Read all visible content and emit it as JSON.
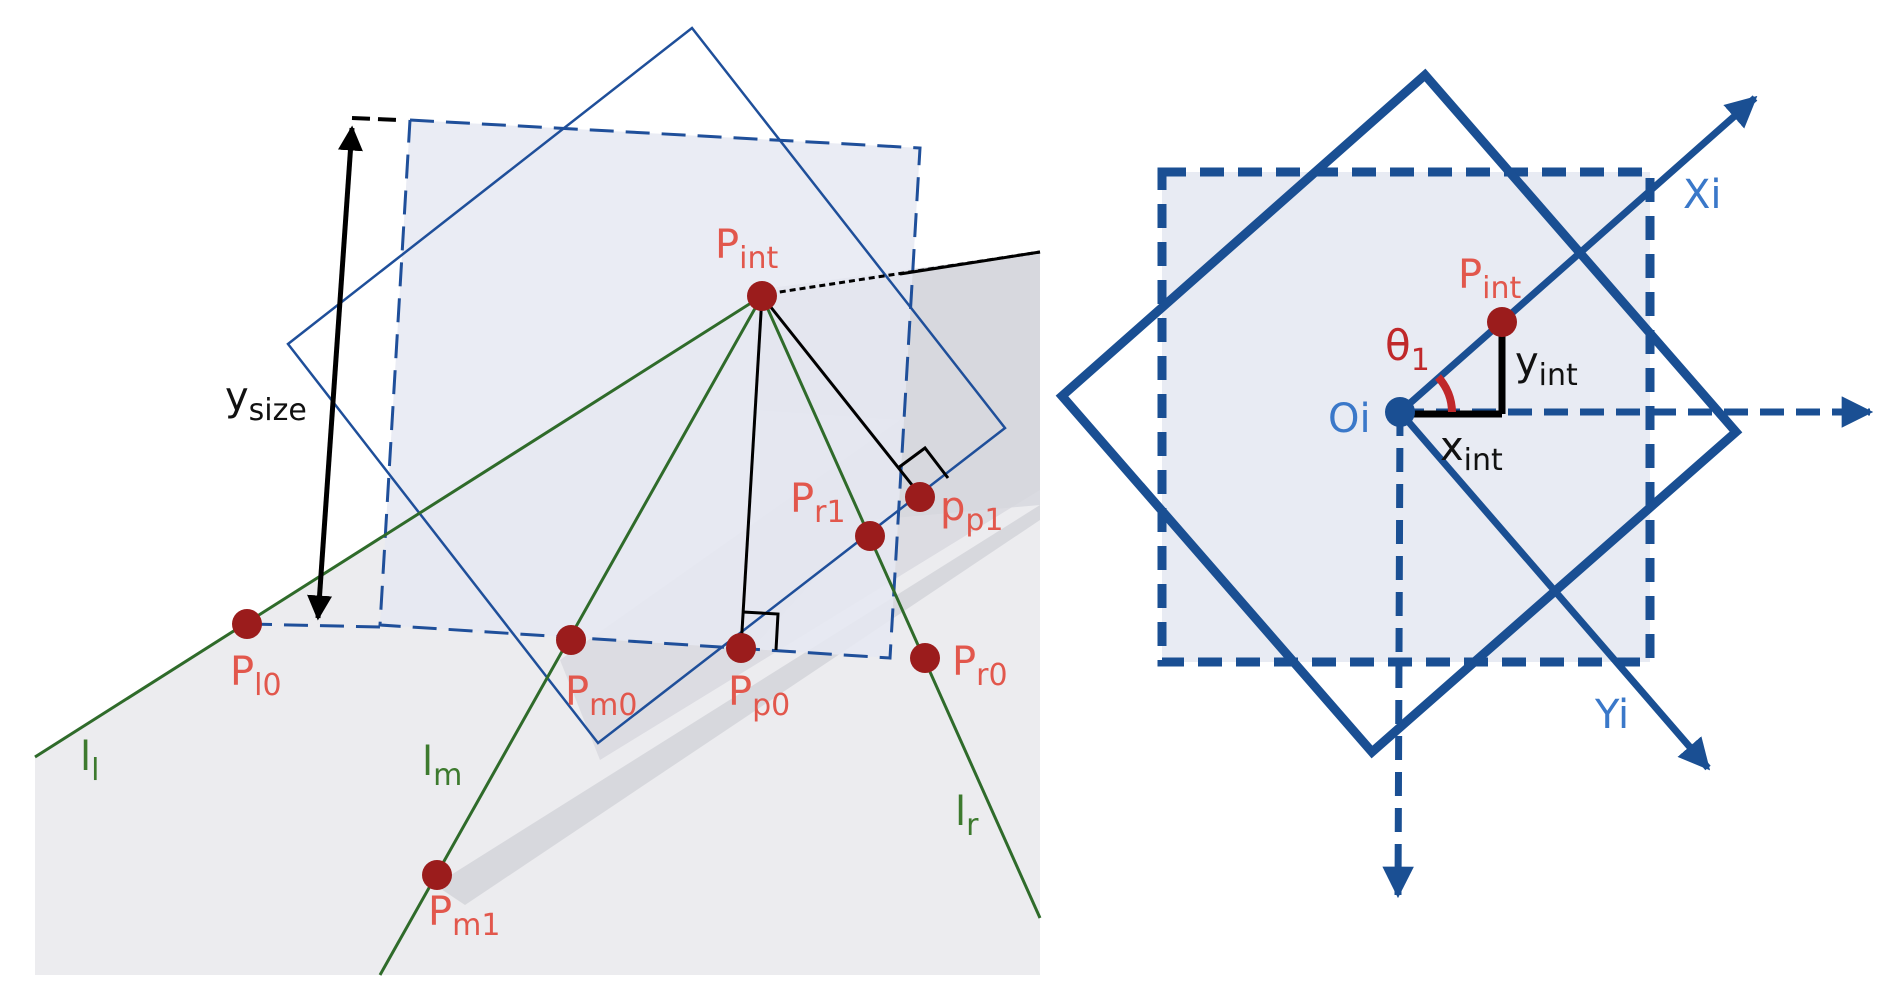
{
  "colors": {
    "blue": "#1f4f9a",
    "dark_blue": "#1a4f93",
    "green": "#2f6b2a",
    "red_point": "#9b1c1c",
    "label_red": "#e2574c",
    "label_green": "#3d7a2e",
    "label_blue": "#3a78c9",
    "shade_light": "#ececef",
    "shade_mid": "#dcdce2",
    "dashed_fill": "#e8ebf3"
  },
  "left_diagram": {
    "labels": {
      "y_size": {
        "base": "y",
        "sub": "size"
      },
      "p_int": {
        "base": "P",
        "sub": "int"
      },
      "p_l0": {
        "base": "P",
        "sub": "l0"
      },
      "p_m0": {
        "base": "P",
        "sub": "m0"
      },
      "p_p0": {
        "base": "P",
        "sub": "p0"
      },
      "p_r0": {
        "base": "P",
        "sub": "r0"
      },
      "p_r1": {
        "base": "P",
        "sub": "r1"
      },
      "p_p1": {
        "base": "p",
        "sub": "p1"
      },
      "p_m1": {
        "base": "P",
        "sub": "m1"
      },
      "l_l": {
        "base": "l",
        "sub": "l"
      },
      "l_m": {
        "base": "l",
        "sub": "m"
      },
      "l_r": {
        "base": "l",
        "sub": "r"
      }
    }
  },
  "right_diagram": {
    "labels": {
      "xi": "Xi",
      "yi": "Yi",
      "oi": "Oi",
      "p_int": {
        "base": "P",
        "sub": "int"
      },
      "theta": {
        "base": "θ",
        "sub": "1"
      },
      "y_int": {
        "base": "y",
        "sub": "int"
      },
      "x_int": {
        "base": "x",
        "sub": "int"
      }
    }
  }
}
